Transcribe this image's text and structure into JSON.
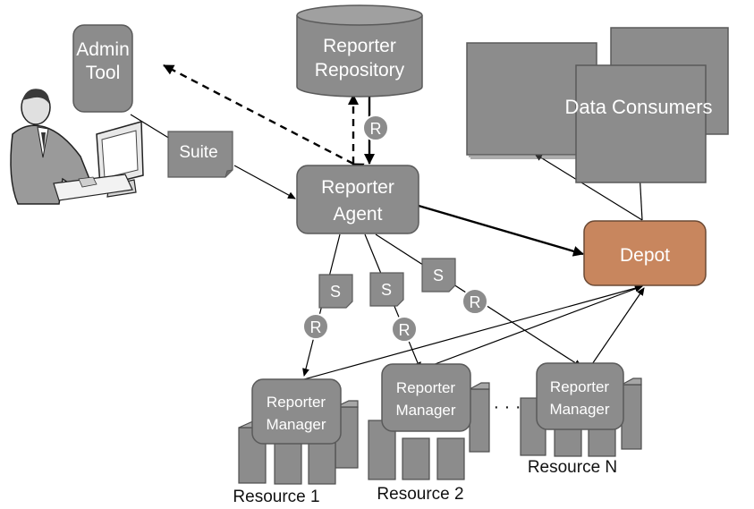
{
  "nodes": {
    "admin_tool": [
      "Admin",
      "Tool"
    ],
    "repository": [
      "Reporter",
      "Repository"
    ],
    "data_consumers": "Data Consumers",
    "agent": [
      "Reporter",
      "Agent"
    ],
    "depot": "Depot",
    "suite": "Suite"
  },
  "markers": {
    "report": "R",
    "suite": "S"
  },
  "managers": [
    {
      "label": [
        "Reporter",
        "Manager"
      ],
      "resource": "Resource 1"
    },
    {
      "label": [
        "Reporter",
        "Manager"
      ],
      "resource": "Resource 2"
    },
    {
      "label": [
        "Reporter",
        "Manager"
      ],
      "resource": "Resource N"
    }
  ],
  "ellipsis": "· · ·",
  "colors": {
    "box": "#8c8c8c",
    "depot": "#c8865e"
  }
}
